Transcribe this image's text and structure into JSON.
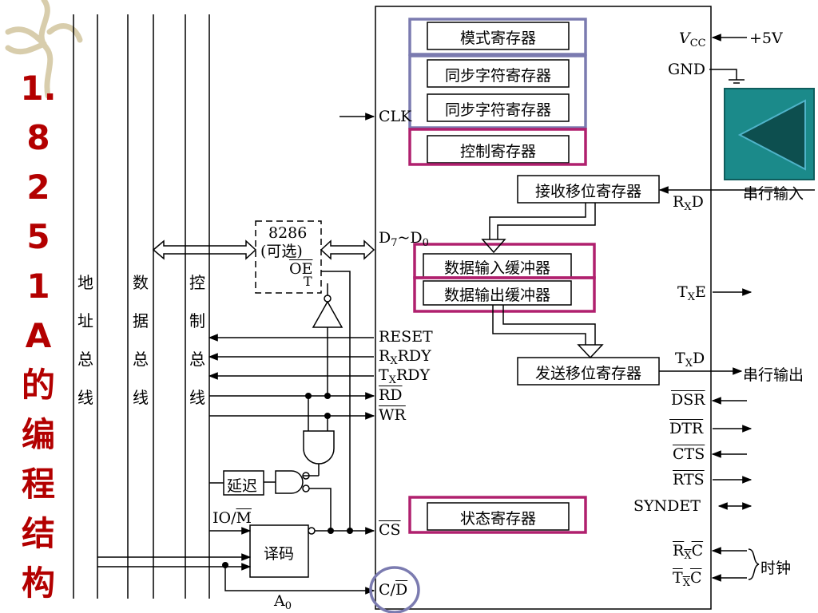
{
  "title_chars": [
    "1.",
    "8",
    "2",
    "5",
    "1",
    "A",
    "的",
    "编",
    "程",
    "结",
    "构"
  ],
  "buses": {
    "address": [
      "地",
      "址",
      "总",
      "线"
    ],
    "data": [
      "数",
      "据",
      "总",
      "线"
    ],
    "control": [
      "控",
      "制",
      "总",
      "线"
    ]
  },
  "transceiver": {
    "name": "8286",
    "optional": "(可选)",
    "oe": "OE",
    "t": "T"
  },
  "delay_label": "延迟",
  "decoder_label": "译码",
  "io_m": {
    "io": "IO/",
    "m": "M"
  },
  "a0": {
    "base": "A",
    "sub": "0"
  },
  "pins_left": {
    "clk": "CLK",
    "d7d0": {
      "d": "D",
      "s7": "7",
      "mid": "~D",
      "s0": "0"
    },
    "reset": "RESET",
    "rxrdy": {
      "r": "R",
      "x": "X",
      "rest": "RDY"
    },
    "txrdy": {
      "t": "T",
      "x": "X",
      "rest": "RDY"
    },
    "rd": "RD",
    "wr": "WR",
    "cs": "CS",
    "cd": {
      "c": "C/",
      "d": "D"
    }
  },
  "registers": {
    "mode": "模式寄存器",
    "sync1": "同步字符寄存器",
    "sync2": "同步字符寄存器",
    "control": "控制寄存器",
    "receive_shift": "接收移位寄存器",
    "data_in": "数据输入缓冲器",
    "data_out": "数据输出缓冲器",
    "transmit_shift": "发送移位寄存器",
    "status": "状态寄存器"
  },
  "pins_right": {
    "vcc": {
      "v": "V",
      "cc": "CC"
    },
    "plus5v": "+5V",
    "gnd": "GND",
    "rxd": {
      "r": "R",
      "x": "X",
      "d": "D"
    },
    "txe": {
      "t": "T",
      "x": "X",
      "e": "E"
    },
    "txd": {
      "t": "T",
      "x": "X",
      "d": "D"
    },
    "dsr": "DSR",
    "dtr": "DTR",
    "cts": "CTS",
    "rts": "RTS",
    "syndet": "SYNDET",
    "rxc": {
      "r": "R",
      "x": "X",
      "c": "C"
    },
    "txc": {
      "t": "T",
      "x": "X",
      "c": "C"
    }
  },
  "serial_in": "串行输入",
  "serial_out": "串行输出",
  "clock_label": "时钟",
  "colors": {
    "title": "#b30000",
    "purple_box": "#7b7bb0",
    "magenta_box": "#b0206e",
    "nav_button": "#1b8a8a"
  },
  "nav_icon": "play-left-icon"
}
